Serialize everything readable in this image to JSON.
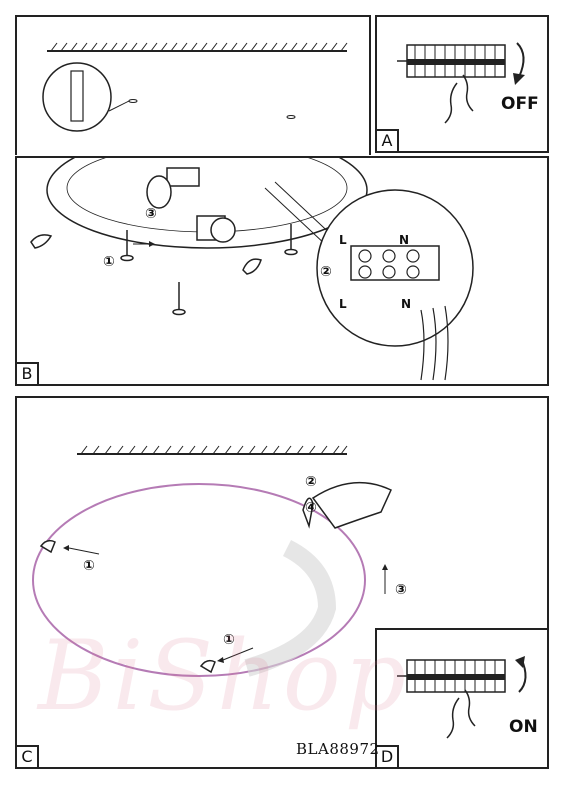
{
  "panels": {
    "a": {
      "corner": "A",
      "switch_label": "OFF"
    },
    "b": {
      "corner": "B",
      "terminal_top": [
        "L",
        "N"
      ],
      "terminal_bottom": [
        "L",
        "N"
      ],
      "steps": [
        "①",
        "②",
        "③"
      ]
    },
    "c": {
      "corner": "C",
      "steps": [
        "②",
        "④",
        "①",
        "③",
        "①"
      ],
      "model_code": "BLA88972"
    },
    "d": {
      "corner": "D",
      "switch_label": "ON"
    }
  },
  "watermark": {
    "text": "BiShop"
  },
  "colors": {
    "line": "#222222",
    "shade": "#d6d6d6",
    "glass_edge": "#b57bb5"
  }
}
